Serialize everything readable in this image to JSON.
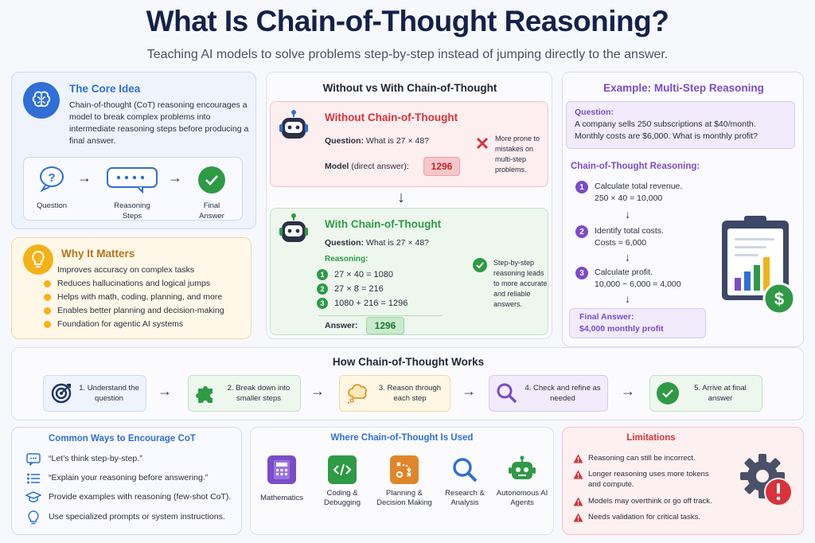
{
  "title": "What Is Chain-of-Thought Reasoning?",
  "subtitle": "Teaching AI models to solve problems step-by-step instead of jumping directly to the answer.",
  "core": {
    "heading": "The Core Idea",
    "body": "Chain-of-thought (CoT) reasoning encourages a model to break complex problems into intermediate reasoning steps before producing a final answer.",
    "flow": [
      "Question",
      "Reasoning Steps",
      "Final Answer"
    ]
  },
  "why": {
    "heading": "Why It Matters",
    "items": [
      "Improves accuracy on complex tasks",
      "Reduces hallucinations and logical jumps",
      "Helps with math, coding, planning, and more",
      "Enables better planning and decision-making",
      "Foundation for agentic AI systems"
    ]
  },
  "compare": {
    "heading": "Without vs With Chain-of-Thought",
    "without": {
      "heading": "Without Chain-of-Thought",
      "question_label": "Question:",
      "question": "What is 27 × 48?",
      "model_label": "Model",
      "model_note": "(direct answer):",
      "answer": "1296",
      "note": "More prone to mistakes on multi-step problems."
    },
    "with": {
      "heading": "With Chain-of-Thought",
      "question_label": "Question:",
      "question": "What is 27 × 48?",
      "reasoning_label": "Reasoning:",
      "steps": [
        "27 × 40 = 1080",
        "27 × 8 = 216",
        "1080 + 216 = 1296"
      ],
      "answer_label": "Answer:",
      "answer": "1296",
      "note": "Step-by-step reasoning leads to more accurate and reliable answers."
    }
  },
  "example": {
    "heading": "Example: Multi-Step Reasoning",
    "question_label": "Question:",
    "question": "A company sells 250 subscriptions at $40/month. Monthly costs are $6,000. What is monthly profit?",
    "reasoning_heading": "Chain-of-Thought Reasoning:",
    "steps": [
      {
        "num": "1",
        "title": "Calculate total revenue.",
        "calc": "250 × 40 = 10,000"
      },
      {
        "num": "2",
        "title": "Identify total costs.",
        "calc": "Costs = 6,000"
      },
      {
        "num": "3",
        "title": "Calculate profit.",
        "calc": "10,000 − 6,000 = 4,000"
      }
    ],
    "final_label": "Final Answer:",
    "final": "$4,000 monthly profit"
  },
  "how": {
    "heading": "How Chain-of-Thought Works",
    "steps": [
      "1. Understand the question",
      "2. Break down into smaller steps",
      "3. Reason through each step",
      "4. Check and refine as needed",
      "5. Arrive at final answer"
    ]
  },
  "ways": {
    "heading": "Common Ways to Encourage CoT",
    "items": [
      "“Let’s think step-by-step.”",
      "“Explain your reasoning before answering.”",
      "Provide examples with reasoning (few-shot CoT).",
      "Use specialized prompts or system instructions."
    ]
  },
  "uses": {
    "heading": "Where Chain-of-Thought Is Used",
    "items": [
      "Mathematics",
      "Coding & Debugging",
      "Planning & Decision Making",
      "Research & Analysis",
      "Autonomous AI Agents"
    ]
  },
  "limits": {
    "heading": "Limitations",
    "items": [
      "Reasoning can still be incorrect.",
      "Longer reasoning uses more tokens and compute.",
      "Models may overthink or go off track.",
      "Needs validation for critical tasks."
    ]
  },
  "colors": {
    "blue": "#2f6fd6",
    "red": "#d7333a",
    "green": "#2f9a46",
    "purple": "#7a4cc9",
    "orange": "#e0962a"
  }
}
